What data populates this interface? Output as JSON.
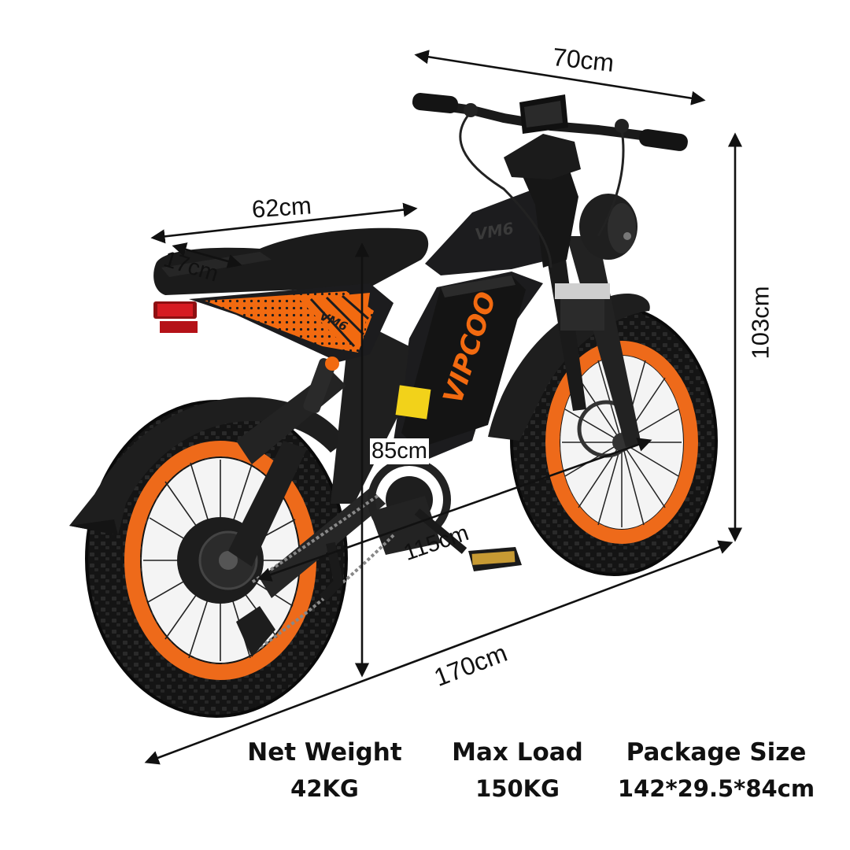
{
  "dimensions": {
    "handlebar_width": "70cm",
    "seat_length": "62cm",
    "seat_width": "17cm",
    "seat_height": "85cm",
    "wheelbase": "115cm",
    "overall_length": "170cm",
    "overall_height": "103cm"
  },
  "branding": {
    "frame_badge": "VM6",
    "battery_logo": "VIPCOO",
    "side_badge": "VM6"
  },
  "specs": [
    {
      "label": "Net Weight",
      "value": "42KG"
    },
    {
      "label": "Max Load",
      "value": "150KG"
    },
    {
      "label": "Package Size",
      "value": "142*29.5*84cm"
    }
  ],
  "colors": {
    "frame": "#1c1c1e",
    "accent": "#f26a10",
    "tire": "#141414",
    "rim": "#ee6a1a"
  }
}
